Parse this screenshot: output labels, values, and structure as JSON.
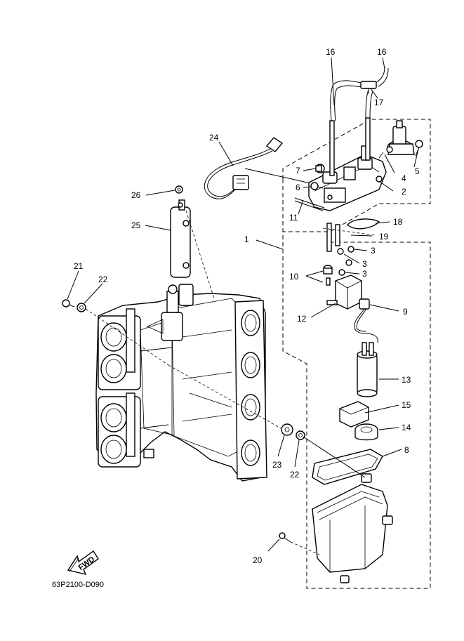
{
  "diagram": {
    "drawing_code": "63P2100-D090",
    "fwd_label": "FWD",
    "callouts": {
      "c1": "1",
      "c2": "2",
      "c3a": "3",
      "c3b": "3",
      "c3c": "3",
      "c4": "4",
      "c5": "5",
      "c6": "6",
      "c7": "7",
      "c8": "8",
      "c9": "9",
      "c10": "10",
      "c11": "11",
      "c12": "12",
      "c13": "13",
      "c14": "14",
      "c15": "15",
      "c16a": "16",
      "c16b": "16",
      "c17": "17",
      "c18": "18",
      "c19": "19",
      "c20": "20",
      "c21": "21",
      "c22a": "22",
      "c22b": "22",
      "c23": "23",
      "c24": "24",
      "c25": "25",
      "c26": "26"
    }
  }
}
